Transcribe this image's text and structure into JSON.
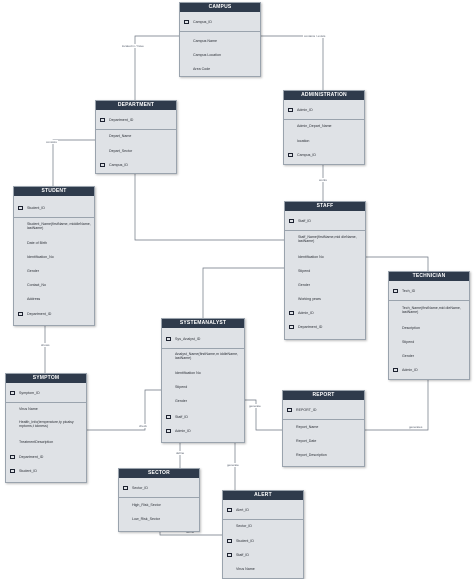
{
  "entities": {
    "campus": {
      "title": "CAMPUS",
      "fields": [
        "Campus_ID",
        "Campus Name",
        "Campus Location",
        "Area Code"
      ]
    },
    "administration": {
      "title": "ADMINISTRATION",
      "fields": [
        "Admin_ID",
        "Admin_Depart_Name",
        "location",
        "Campus_ID"
      ]
    },
    "department": {
      "title": "DEPARTMENT",
      "fields": [
        "Department_ID",
        "Depart_Name",
        "Depart_Sector",
        "Campus_ID"
      ]
    },
    "student": {
      "title": "STUDENT",
      "fields": [
        "Student_ID",
        "Student_Name(firstName, middleName, lastName)",
        "Date of Birth",
        "Identification_No",
        "Gender",
        "Contact_No",
        "Address",
        "Department_ID"
      ]
    },
    "staff": {
      "title": "STAFF",
      "fields": [
        "Staff_ID",
        "Staff_Name(firstName,mid dleName, lastName)",
        "Identification No",
        "Stipend",
        "Gender",
        "Working years",
        "Admin_ID",
        "Department_ID"
      ]
    },
    "technician": {
      "title": "TECHNICIAN",
      "fields": [
        "Tech_ID",
        "Tech_Name(firstName,mid dleName, lastName)",
        "Description",
        "Stipend",
        "Gender",
        "Admin_ID"
      ]
    },
    "systemanalyst": {
      "title": "SYSTEMANALYST",
      "fields": [
        "Sys_Analyst_ID",
        "Analyst_Name(firstName,m iddleName, lastName)",
        "Identification No",
        "Stipend",
        "Gender",
        "Staff_ID",
        "Admin_ID"
      ]
    },
    "symptom": {
      "title": "SYMPTOM",
      "fields": [
        "Symptom_ID",
        "Virus Name",
        "Health_Info(temperature,ty picalsy mptoms,t ickness)",
        "TreatmentDescription",
        "Department_ID",
        "Student_ID"
      ]
    },
    "report": {
      "title": "REPORT",
      "fields": [
        "REPORT_ID",
        "Report_Name",
        "Report_Date",
        "Report_Description"
      ]
    },
    "sector": {
      "title": "SECTOR",
      "fields": [
        "Sector_ID",
        "High_Risk_Sector",
        "Low_Risk_Sector"
      ]
    },
    "alert": {
      "title": "ALERT",
      "fields": [
        "Alert_ID",
        "Sector_ID",
        "Student_ID",
        "Staff_ID",
        "Virus Name"
      ]
    }
  },
  "relationships": {
    "campus_department": "located in / have",
    "campus_administration": "contains / exists",
    "department_student": "consists",
    "administration_staff": "works",
    "student_symptom": "shows",
    "systemanalyst_symptom": "check",
    "systemanalyst_report": "generate",
    "report_technician": "generates",
    "systemanalyst_sector": "define",
    "systemanalyst_alert": "generate",
    "sector_alert": "define"
  },
  "colors": {
    "header": "#2f3b4c",
    "body": "#dfe2e6",
    "line": "#6b7480"
  }
}
